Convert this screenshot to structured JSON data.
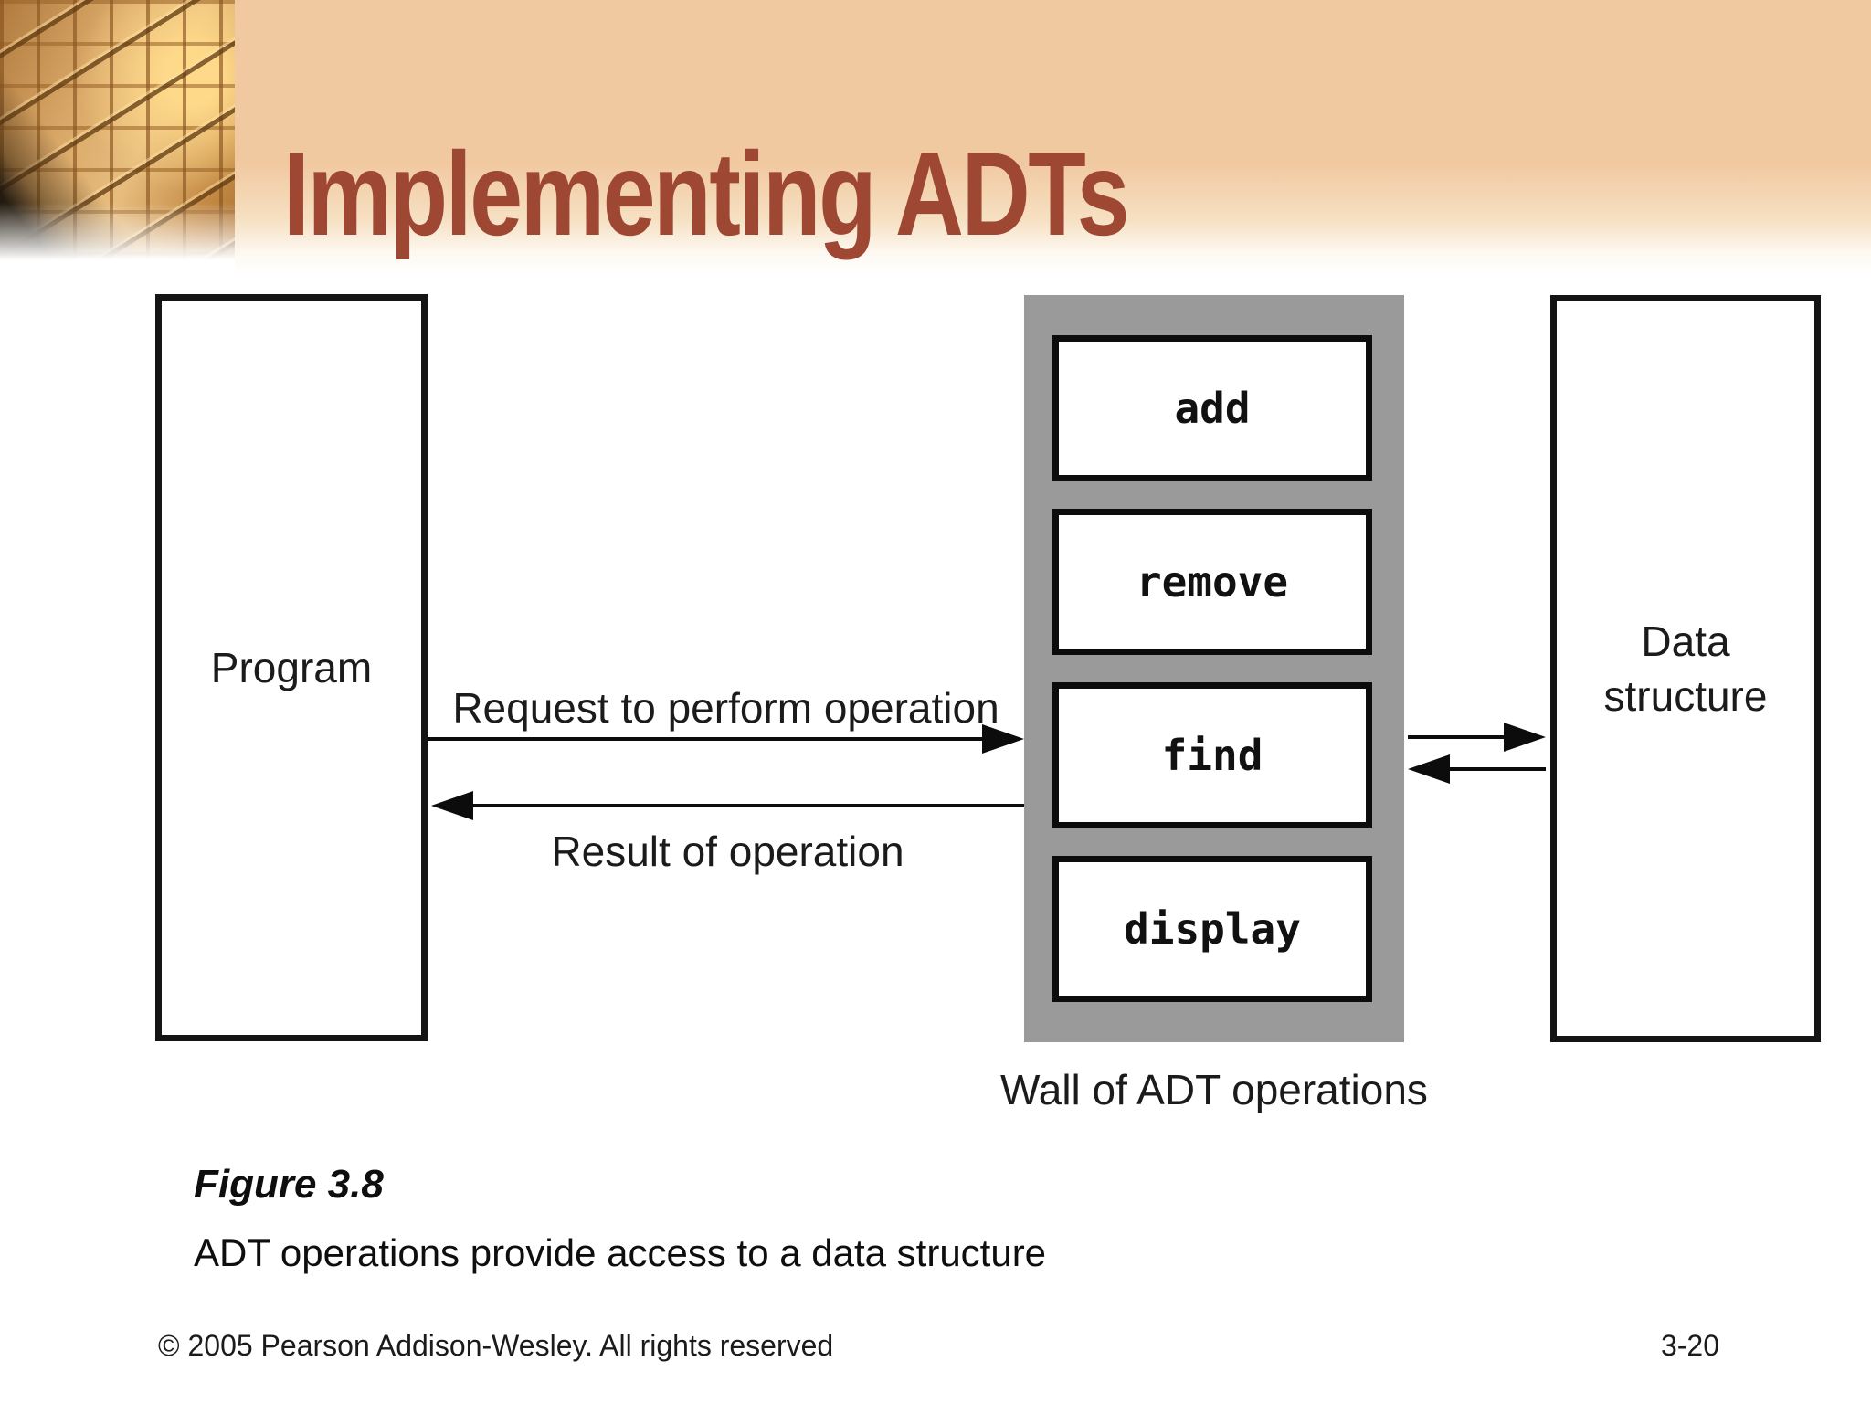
{
  "slide": {
    "title": "Implementing ADTs",
    "figure_label": "Figure 3.8",
    "figure_caption": "ADT operations provide access to a data structure",
    "copyright": "© 2005 Pearson Addison-Wesley. All rights reserved",
    "page_number": "3-20"
  },
  "diagram": {
    "program_label": "Program",
    "data_label_line1": "Data",
    "data_label_line2": "structure",
    "wall_label": "Wall of ADT operations",
    "operations": [
      "add",
      "remove",
      "find",
      "display"
    ],
    "request_arrow_label": "Request to perform operation",
    "result_arrow_label": "Result of operation"
  },
  "colors": {
    "header_tan": "#F1C9A1",
    "title": "#9E4732",
    "wall_gray": "#9A9A9A",
    "ink": "#141414"
  }
}
